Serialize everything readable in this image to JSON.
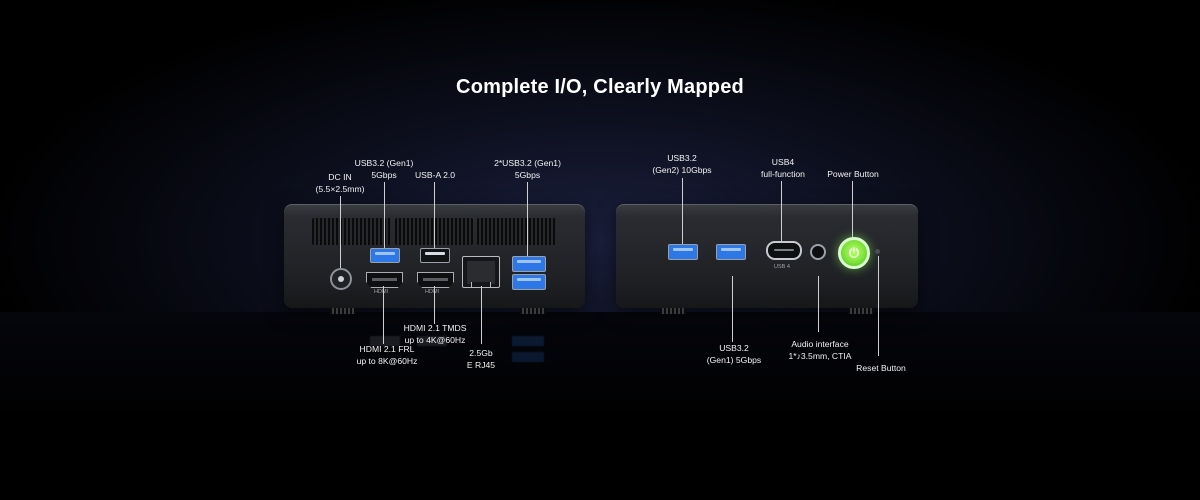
{
  "heading": "Complete I/O, Clearly Mapped",
  "rear_panel": {
    "labels": {
      "dc_in": "DC IN\n(5.5×2.5mm)",
      "usb32_gen1_top": "USB3.2 (Gen1)\n5Gbps",
      "usb_a_20": "USB-A 2.0",
      "usb32_gen1_pair": "2*USB3.2 (Gen1)\n5Gbps",
      "hdmi_tmds": "HDMI 2.1 TMDS\nup to 4K@60Hz",
      "hdmi_frl": "HDMI 2.1 FRL\nup to 8K@60Hz",
      "rj45": "2.5Gb\nE RJ45"
    },
    "engraved": {
      "hdmi_a": "HDMI",
      "hdmi_b": "HDMI"
    }
  },
  "front_panel": {
    "labels": {
      "usb32_gen2": "USB3.2\n(Gen2) 10Gbps",
      "usb4": "USB4\nfull-function",
      "power_button": "Power Button",
      "usb32_gen1": "USB3.2\n(Gen1) 5Gbps",
      "audio": "Audio interface\n1*♪3.5mm, CTIA",
      "reset_button": "Reset Button"
    },
    "engraved": {
      "usbc": "USB 4"
    }
  },
  "colors": {
    "usb3_blue": "#2d77e6",
    "power_green": "#7ee33b",
    "background": "#000000"
  }
}
